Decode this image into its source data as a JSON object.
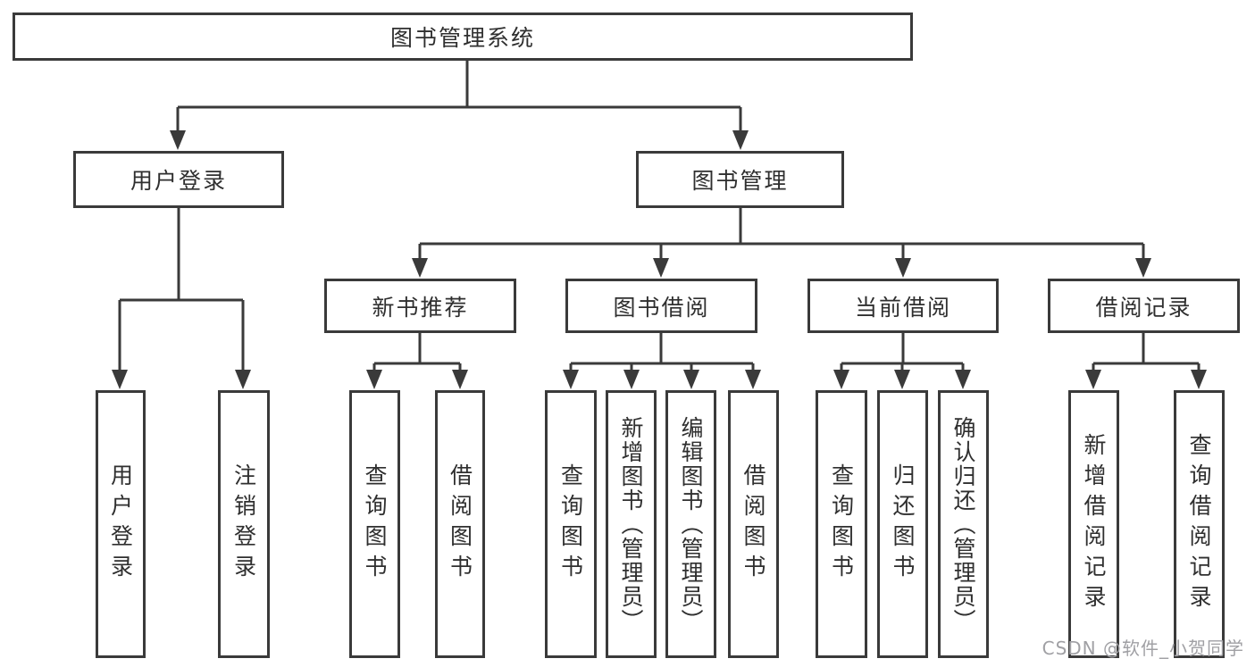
{
  "diagram": {
    "root": "图书管理系统",
    "level2": {
      "user_login": "用户登录",
      "book_mgmt": "图书管理"
    },
    "level3": {
      "new_book_rec": "新书推荐",
      "book_borrow": "图书借阅",
      "current_borrow": "当前借阅",
      "borrow_records": "借阅记录"
    },
    "leaves": {
      "user_login": "用户登录",
      "logout": "注销登录",
      "rec_search": "查询图书",
      "rec_borrow": "借阅图书",
      "bb_search": "查询图书",
      "bb_add": "新增图书（管理员）",
      "bb_edit": "编辑图书（管理员）",
      "bb_borrow": "借阅图书",
      "cb_search": "查询图书",
      "cb_return": "归还图书",
      "cb_confirm": "确认归还（管理员）",
      "br_add": "新增借阅记录",
      "br_search": "查询借阅记录"
    },
    "watermark": "CSDN @软件_小贺同学"
  },
  "colors": {
    "line": "#3a3a3a",
    "text": "#2f2f2f",
    "watermark": "#a0a0a4",
    "background": "#ffffff"
  }
}
